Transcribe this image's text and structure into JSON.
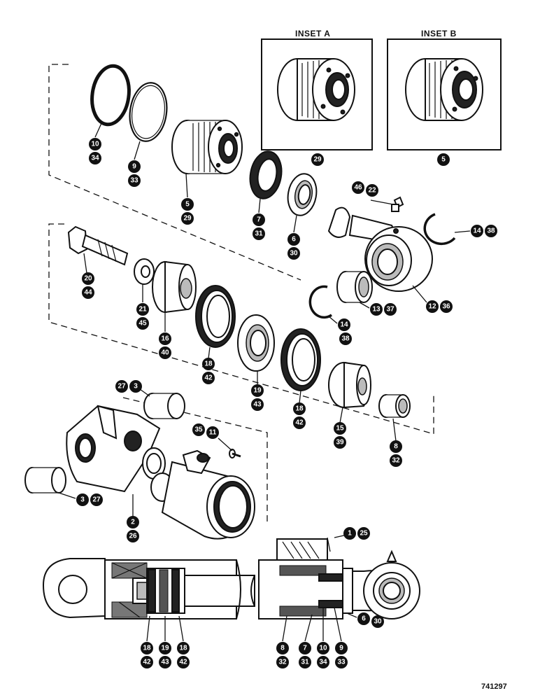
{
  "insets": [
    {
      "title": "INSET A",
      "callout": "29"
    },
    {
      "title": "INSET B",
      "callout": "5"
    }
  ],
  "callouts": {
    "c10": "10",
    "c34": "34",
    "c9": "9",
    "c33": "33",
    "c5": "5",
    "c29": "29",
    "c7": "7",
    "c31": "31",
    "c6": "6",
    "c30": "30",
    "c46": "46",
    "c22": "22",
    "c14a": "14",
    "c38a": "38",
    "c20": "20",
    "c44": "44",
    "c21": "21",
    "c45": "45",
    "c16": "16",
    "c40": "40",
    "c18a": "18",
    "c42a": "42",
    "c13": "13",
    "c37": "37",
    "c12": "12",
    "c36": "36",
    "c14b": "14",
    "c38b": "38",
    "c19": "19",
    "c43": "43",
    "c18b": "18",
    "c42b": "42",
    "c15": "15",
    "c39": "39",
    "c8": "8",
    "c32": "32",
    "c27": "27",
    "c3a": "3",
    "c35": "35",
    "c11": "11",
    "c3b": "3",
    "c27b": "27",
    "c2": "2",
    "c26": "26",
    "c1": "1",
    "c25": "25",
    "s18a": "18",
    "s42a": "42",
    "s19": "19",
    "s43": "43",
    "s18b": "18",
    "s42b": "42",
    "s8": "8",
    "s32": "32",
    "s7": "7",
    "s31": "31",
    "s10": "10",
    "s34": "34",
    "s9": "9",
    "s33": "33",
    "s6": "6",
    "s30": "30"
  },
  "drawing_number": "741297"
}
